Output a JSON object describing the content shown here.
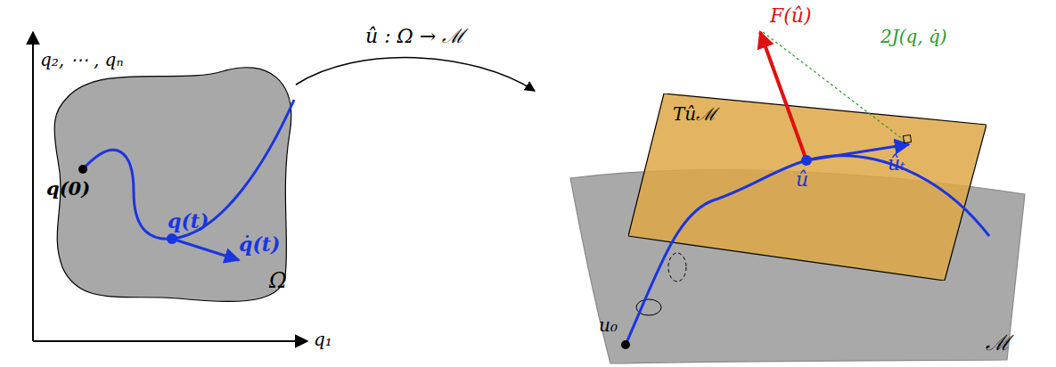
{
  "diagram": {
    "nodes": [
      {
        "text": [
          "Ω"
        ]
      },
      {
        "text": [
          "ℳ"
        ]
      },
      {
        "text": [
          "Tûℳ"
        ],
        "in": 1
      }
    ],
    "edges": [
      {
        "from": 0,
        "to": 1,
        "arrow": "to",
        "label": "û : Ω → ℳ"
      }
    ],
    "labels": [
      "q₂, ⋯ , qₙ",
      "q₁",
      "q(0)",
      "q(t)",
      "q̇(t)",
      "u₀",
      "û",
      "ûₜ",
      "F(û)",
      "2J(q, q̇)"
    ]
  }
}
